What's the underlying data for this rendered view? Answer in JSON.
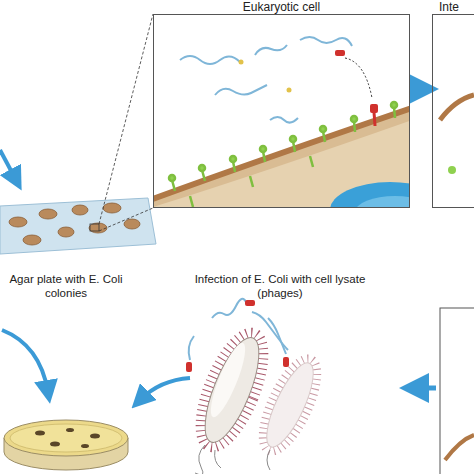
{
  "diagram": {
    "nodes": [
      {
        "text": [
          "Eukaryotic cell"
        ]
      },
      {
        "text": [
          "Inte"
        ]
      }
    ],
    "edges": [
      {
        "from": 0,
        "to": 1,
        "arrow": "to"
      }
    ],
    "labels": [
      "Agar plate with E. Coli colonies",
      "Infection of E. Coli with cell lysate (phages)"
    ]
  }
}
